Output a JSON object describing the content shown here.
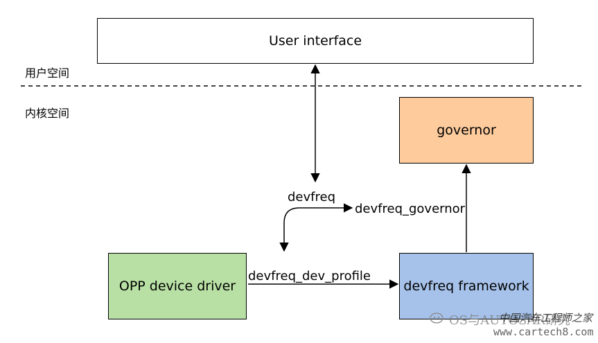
{
  "zones": {
    "user_space": "用户空间",
    "kernel_space": "内核空间"
  },
  "boxes": {
    "user_interface": "User interface",
    "governor": "governor",
    "opp_driver": "OPP device driver",
    "devfreq_framework": "devfreq framework"
  },
  "edge_labels": {
    "devfreq": "devfreq",
    "devfreq_governor": "devfreq_governor",
    "devfreq_dev_profile": "devfreq_dev_profile"
  },
  "colors": {
    "user_interface": "#ffffff",
    "governor": "#fdcb9c",
    "opp_driver": "#b8e0a4",
    "devfreq_framework": "#a6c2ea",
    "line": "#000000"
  },
  "watermark": {
    "line1": "OS与AUTOSAR研究",
    "line2": "中国汽车工程师之家",
    "line3": "www.cartech8.com",
    "icon": "wechat-icon"
  }
}
